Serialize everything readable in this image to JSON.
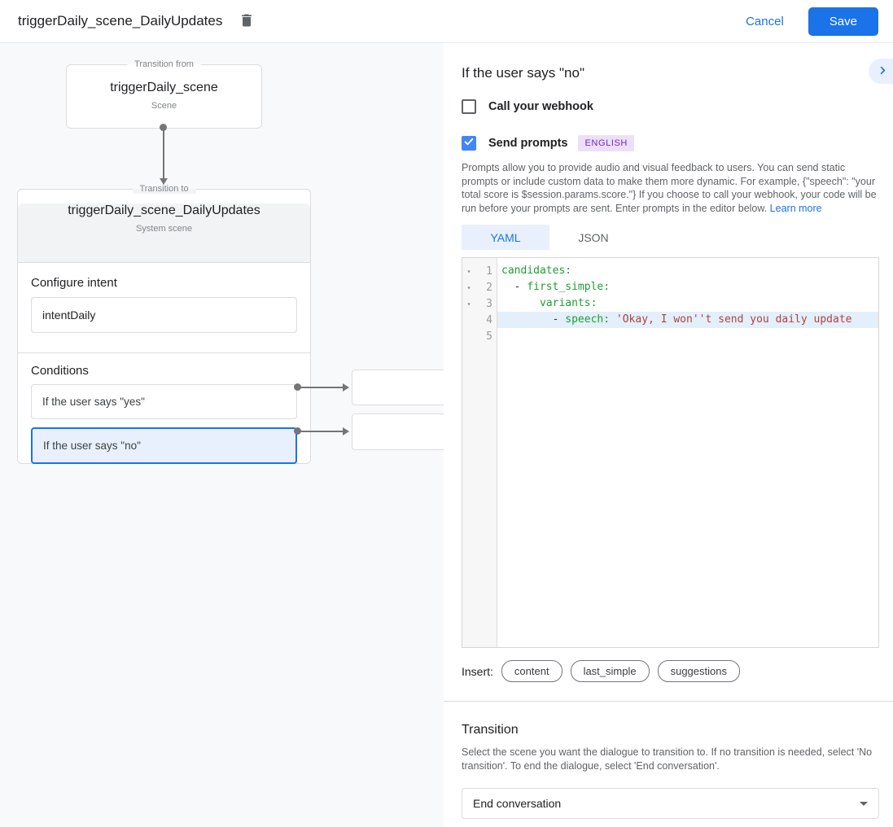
{
  "topbar": {
    "title": "triggerDaily_scene_DailyUpdates",
    "cancel_label": "Cancel",
    "save_label": "Save"
  },
  "diagram": {
    "from_box": {
      "legend": "Transition from",
      "title": "triggerDaily_scene",
      "subtitle": "Scene"
    },
    "to_box": {
      "legend": "Transition to",
      "title": "triggerDaily_scene_DailyUpdates",
      "subtitle": "System scene",
      "configure_intent_label": "Configure intent",
      "intent_value": "intentDaily",
      "conditions_label": "Conditions",
      "conditions": [
        {
          "label": "If the user says \"yes\""
        },
        {
          "label": "If the user says \"no\""
        }
      ]
    }
  },
  "panel": {
    "title": "If the user says \"no\"",
    "webhook_label": "Call your webhook",
    "prompts_label": "Send prompts",
    "language_badge": "ENGLISH",
    "description": "Prompts allow you to provide audio and visual feedback to users. You can send static prompts or include custom data to make them more dynamic. For example, {\"speech\": \"your total score is $session.params.score.\"} If you choose to call your webhook, your code will be run before your prompts are sent. Enter prompts in the editor below. ",
    "learn_more": "Learn more",
    "tabs": {
      "yaml": "YAML",
      "json": "JSON"
    },
    "editor": {
      "lines": [
        {
          "num": "1",
          "tokens": [
            {
              "c": "key",
              "s": "candidates:"
            }
          ]
        },
        {
          "num": "2",
          "tokens": [
            {
              "c": "plain",
              "s": "  - "
            },
            {
              "c": "key",
              "s": "first_simple:"
            }
          ]
        },
        {
          "num": "3",
          "tokens": [
            {
              "c": "plain",
              "s": "      "
            },
            {
              "c": "key",
              "s": "variants:"
            }
          ]
        },
        {
          "num": "4",
          "tokens": [
            {
              "c": "plain",
              "s": "        - "
            },
            {
              "c": "key",
              "s": "speech:"
            },
            {
              "c": "plain",
              "s": " "
            },
            {
              "c": "str",
              "s": "'Okay, I won''t send you daily update"
            }
          ]
        },
        {
          "num": "5",
          "tokens": []
        }
      ]
    },
    "insert": {
      "label": "Insert:",
      "chips": [
        "content",
        "last_simple",
        "suggestions"
      ]
    },
    "transition": {
      "title": "Transition",
      "description": "Select the scene you want the dialogue to transition to. If no transition is needed, select 'No transition'. To end the dialogue, select 'End conversation'.",
      "dropdown_value": "End conversation"
    }
  },
  "colors": {
    "accent_blue": "#1a73e8",
    "checkbox_blue": "#4285f4",
    "selected_condition_bg": "#e8f0fe",
    "badge_bg": "#ecdffb",
    "badge_text": "#7627bb",
    "code_key_green": "#1e9e34",
    "code_string_red": "#b0423c",
    "code_highlight": "#e3effb"
  }
}
